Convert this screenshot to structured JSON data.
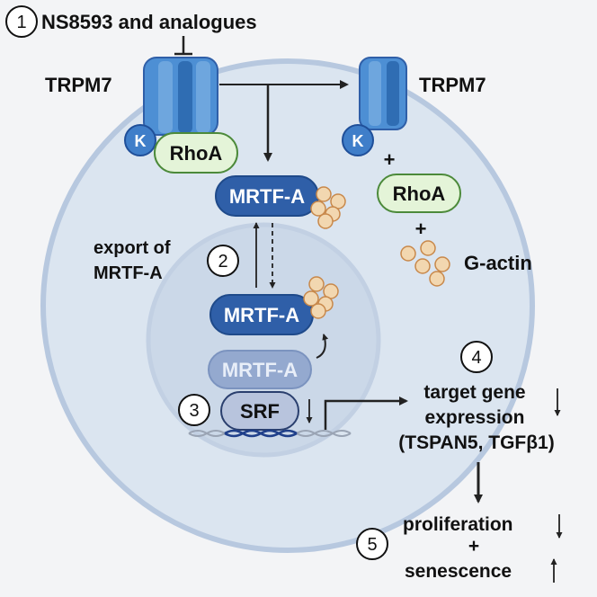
{
  "labels": {
    "inhibitor": "NS8593 and analogues",
    "channel_left": "TRPM7",
    "channel_right": "TRPM7",
    "kinase_left": "K",
    "kinase_right": "K",
    "rhoa_left": "RhoA",
    "rhoa_right": "RhoA",
    "mrtfa_cyto": "MRTF-A",
    "mrtfa_nuc": "MRTF-A",
    "mrtfa_bound": "MRTF-A",
    "srf": "SRF",
    "export_line1": "export of",
    "export_line2": "MRTF-A",
    "gactin": "G-actin",
    "plus1": "+",
    "plus2": "+",
    "plus3": "+",
    "target_line1": "target gene",
    "target_line2": "expression",
    "target_line3": "(TSPAN5, TGFβ1)",
    "proliferation": "proliferation",
    "senescence": "senescence"
  },
  "steps": [
    "1",
    "2",
    "3",
    "4",
    "5"
  ],
  "colors": {
    "cell_fill": "#dbe5f0",
    "cell_border": "#b7c8df",
    "nucleus_fill": "#cbd8e8",
    "channel_blue": "#4d8fd4",
    "channel_dark": "#2f6db3",
    "kinase_blue": "#3f7ec9",
    "rhoa_fill": "#e4f4d8",
    "rhoa_border": "#4c8a3a",
    "mrtfa_dark": "#2f5fa8",
    "mrtfa_light": "#94a9cf",
    "srf_fill": "#b8c4dd",
    "actin_fill": "#f2d7b0",
    "actin_border": "#c8884a",
    "arrow": "#222222"
  }
}
